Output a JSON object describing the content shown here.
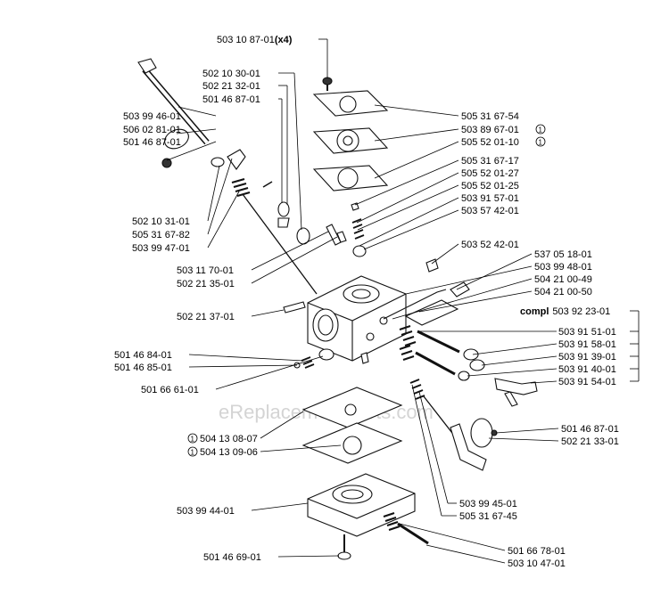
{
  "watermark": "eReplacementParts.com",
  "circle_marker": "1",
  "top": {
    "part": "503 10 87-01",
    "qty": "(x4)"
  },
  "left_labels": [
    "503 99 46-01",
    "506 02 81-01",
    "501 46 87-01",
    "502 10 30-01",
    "502 21 32-01",
    "501 46 87-01",
    "502 10 31-01",
    "505 31 67-82",
    "503 99 47-01",
    "503 11 70-01",
    "502 21 35-01",
    "502 21 37-01",
    "501 46 84-01",
    "501 46 85-01",
    "501 66 61-01",
    "504 13 08-07",
    "504 13 09-06",
    "503 99 44-01",
    "501 46 69-01"
  ],
  "right_labels": [
    "505 31 67-54",
    "503 89 67-01",
    "505 52 01-10",
    "505 31 67-17",
    "505 52 01-27",
    "505 52 01-25",
    "503 91 57-01",
    "503 57 42-01",
    "503 52 42-01",
    "537 05 18-01",
    "503 99 48-01",
    "504 21 00-49",
    "504 21 00-50",
    "503 91 51-01",
    "503 91 58-01",
    "503 91 39-01",
    "503 91 40-01",
    "503 91 54-01",
    "501 46 87-01",
    "502 21 33-01",
    "503 99 45-01",
    "505 31 67-45",
    "501 66 78-01",
    "503 10 47-01"
  ],
  "compl": {
    "prefix": "compl",
    "part": "503 92 23-01"
  }
}
